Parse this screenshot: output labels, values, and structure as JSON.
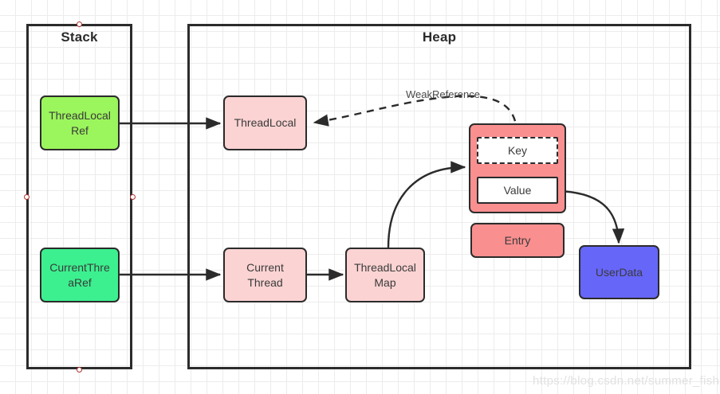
{
  "diagram": {
    "title_stack": "Stack",
    "title_heap": "Heap",
    "watermark": "https://blog.csdn.net/summer_fish",
    "colors": {
      "green_light": "#9bf55c",
      "green_bright": "#3cf08f",
      "pink_light": "#fbd3d3",
      "salmon": "#fa8f8f",
      "blue": "#6666f9",
      "white": "#ffffff",
      "stroke": "#2b2b2b",
      "grid": "#ececec",
      "handle": "#b03030"
    },
    "containers": [
      {
        "name": "stack",
        "label": "Stack"
      },
      {
        "name": "heap",
        "label": "Heap"
      }
    ],
    "nodes": [
      {
        "name": "threadlocal-ref",
        "label": "ThreadLocal\nRef"
      },
      {
        "name": "currentthread-ref",
        "label": "CurrentThre\naRef"
      },
      {
        "name": "threadlocal",
        "label": "ThreadLocal"
      },
      {
        "name": "current-thread",
        "label": "Current\nThread"
      },
      {
        "name": "threadlocal-map",
        "label": "ThreadLocal\nMap"
      },
      {
        "name": "entry-key",
        "label": "Key"
      },
      {
        "name": "entry-value",
        "label": "Value"
      },
      {
        "name": "entry-legend",
        "label": "Entry"
      },
      {
        "name": "userdata",
        "label": "UserData"
      }
    ],
    "edges": [
      {
        "name": "threadlocalref-to-threadlocal",
        "label": "",
        "style": "solid"
      },
      {
        "name": "currentthreadref-to-currentthread",
        "label": "",
        "style": "solid"
      },
      {
        "name": "currentthread-to-map",
        "label": "",
        "style": "solid"
      },
      {
        "name": "map-to-entry",
        "label": "",
        "style": "solid-curve"
      },
      {
        "name": "value-to-userdata",
        "label": "",
        "style": "solid-curve"
      },
      {
        "name": "key-to-threadlocal",
        "label": "WeakReference",
        "style": "dashed-curve"
      }
    ]
  }
}
